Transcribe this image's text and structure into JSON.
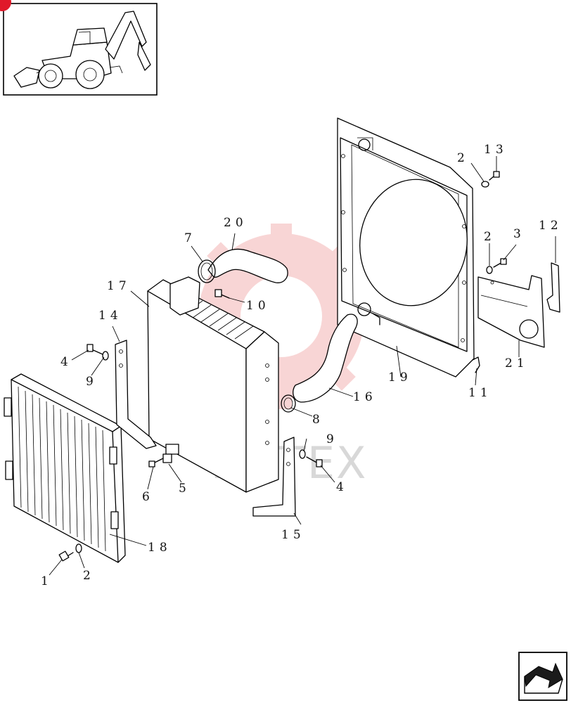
{
  "thumbnail": {
    "badge_color": "#e0192a"
  },
  "watermark": {
    "text": "ИНТЕХ",
    "color": "#f4b4b4"
  },
  "callouts": [
    {
      "id": "c1",
      "text": "1"
    },
    {
      "id": "c2a",
      "text": "2"
    },
    {
      "id": "c2b",
      "text": "2"
    },
    {
      "id": "c2c",
      "text": "2"
    },
    {
      "id": "c3",
      "text": "3"
    },
    {
      "id": "c4a",
      "text": "4"
    },
    {
      "id": "c4b",
      "text": "4"
    },
    {
      "id": "c5",
      "text": "5"
    },
    {
      "id": "c6",
      "text": "6"
    },
    {
      "id": "c7",
      "text": "7"
    },
    {
      "id": "c8",
      "text": "8"
    },
    {
      "id": "c9a",
      "text": "9"
    },
    {
      "id": "c9b",
      "text": "9"
    },
    {
      "id": "c10",
      "text": "10"
    },
    {
      "id": "c11",
      "text": "11"
    },
    {
      "id": "c12",
      "text": "12"
    },
    {
      "id": "c13",
      "text": "13"
    },
    {
      "id": "c14",
      "text": "14"
    },
    {
      "id": "c15",
      "text": "15"
    },
    {
      "id": "c16",
      "text": "16"
    },
    {
      "id": "c17",
      "text": "17"
    },
    {
      "id": "c18",
      "text": "18"
    },
    {
      "id": "c19",
      "text": "19"
    },
    {
      "id": "c20",
      "text": "20"
    },
    {
      "id": "c21",
      "text": "21"
    }
  ],
  "navigation": {
    "icon": "next-page-arrow-icon"
  }
}
